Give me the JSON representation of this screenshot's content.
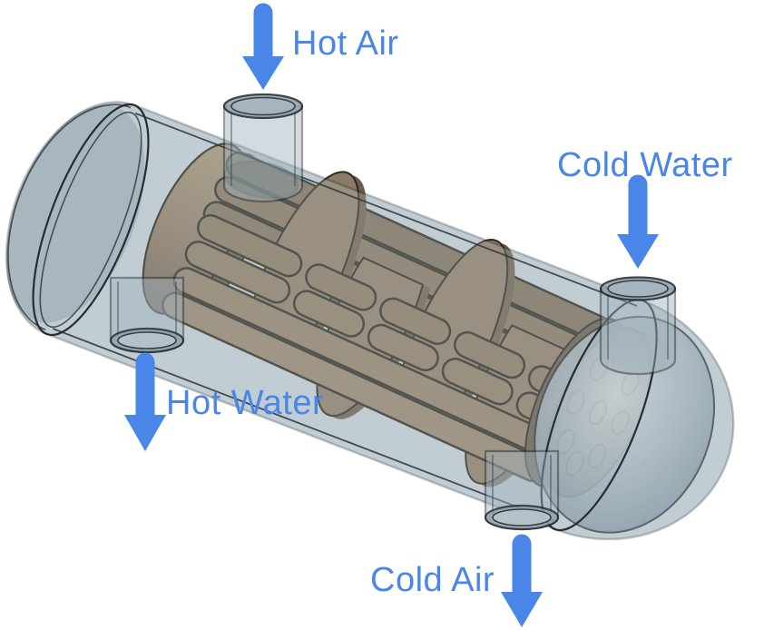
{
  "diagram": {
    "subject": "shell-and-tube heat exchanger CAD render",
    "background": "#ffffff",
    "colors": {
      "label": "#4a86e8",
      "arrow": "#4a86e8",
      "shell": "#a9b8c1",
      "bundle": "#8a7a65",
      "outline": "#252d33"
    },
    "streams": [
      {
        "label": "Hot Air",
        "arrow_direction": "down",
        "location": "top-left-nozzle"
      },
      {
        "label": "Cold Water",
        "arrow_direction": "down",
        "location": "top-right-nozzle"
      },
      {
        "label": "Hot Water",
        "arrow_direction": "down",
        "location": "bottom-left-nozzle"
      },
      {
        "label": "Cold Air",
        "arrow_direction": "down",
        "location": "bottom-right-nozzle"
      }
    ],
    "visible_parts": {
      "nozzles": 4,
      "baffles": 4,
      "tube_sheet_holes": 9
    }
  }
}
